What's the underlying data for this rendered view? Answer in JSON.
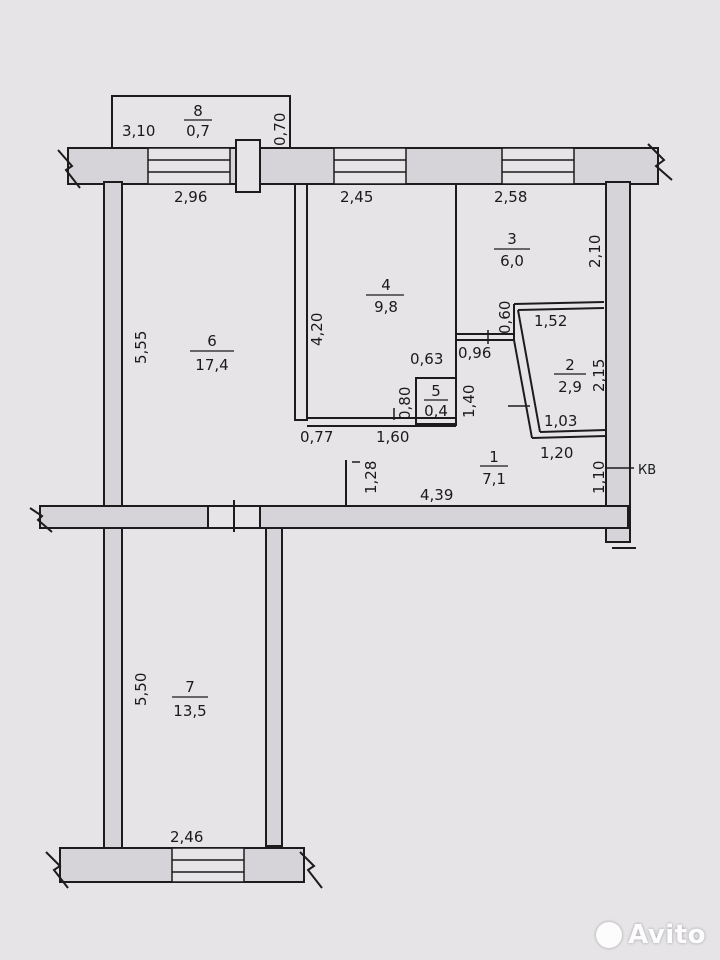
{
  "rooms": [
    {
      "number": "1",
      "area": "7,1"
    },
    {
      "number": "2",
      "area": "2,9"
    },
    {
      "number": "3",
      "area": "6,0"
    },
    {
      "number": "4",
      "area": "9,8"
    },
    {
      "number": "5",
      "area": "0,4"
    },
    {
      "number": "6",
      "area": "17,4"
    },
    {
      "number": "7",
      "area": "13,5"
    },
    {
      "number": "8",
      "area": "0,7"
    }
  ],
  "dimensions": {
    "balcony_width": "3,10",
    "balcony_depth": "0,70",
    "room6_width": "2,96",
    "room4_width": "2,45",
    "room3_width": "2,58",
    "room3_height": "2,10",
    "room6_height": "5,55",
    "room4_height": "4,20",
    "room4_bottom_offset": "0,60",
    "room2_top": "1,52",
    "room2_height": "2,15",
    "bath_top": "0,63",
    "bath_side": "0,96",
    "bath_height": "0,80",
    "passage_height": "1,40",
    "room2_bottom": "1,03",
    "hall_left": "0,77",
    "hall_mid": "1,60",
    "hall_right": "1,20",
    "hall_depth": "1,10",
    "corridor_depth": "1,28",
    "corridor_length": "4,39",
    "room7_height": "5,50",
    "room7_width": "2,46"
  },
  "labels": {
    "entrance": "КВ"
  },
  "watermark": "Avito"
}
